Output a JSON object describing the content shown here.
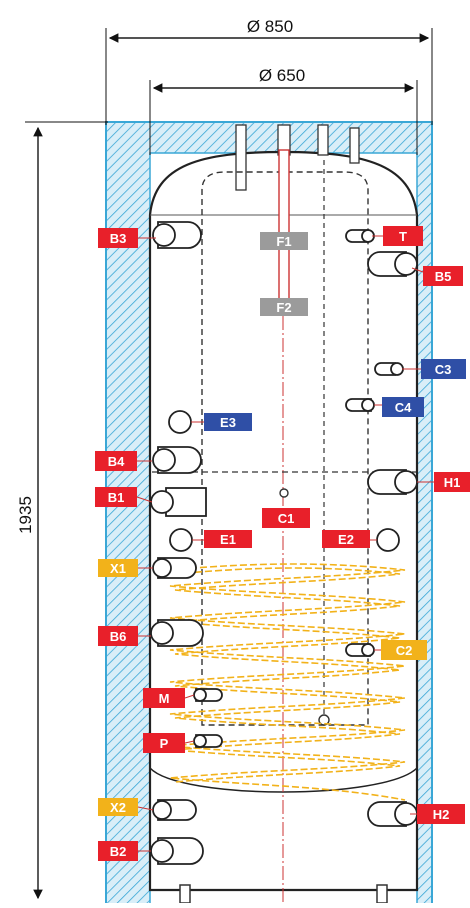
{
  "dimensions": {
    "outer_diameter": "Ø 850",
    "inner_diameter": "Ø 650",
    "height": "1935"
  },
  "colors": {
    "red": "#e8202a",
    "blue": "#2f4fa6",
    "yellow": "#f2b21a",
    "gray": "#9b9b9b",
    "insulation": "#3aa7d6",
    "coil": "#f2b21a"
  },
  "labels": {
    "B3": "B3",
    "T": "T",
    "B5": "B5",
    "F1": "F1",
    "F2": "F2",
    "C3": "C3",
    "C4": "C4",
    "E3": "E3",
    "B4": "B4",
    "H1": "H1",
    "B1": "B1",
    "C1": "C1",
    "E1": "E1",
    "E2": "E2",
    "X1": "X1",
    "B6": "B6",
    "C2": "C2",
    "M": "M",
    "P": "P",
    "X2": "X2",
    "H2": "H2",
    "B2": "B2"
  }
}
